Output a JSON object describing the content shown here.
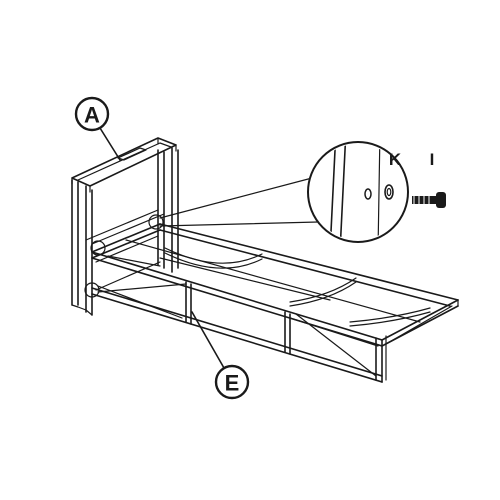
{
  "callouts": {
    "headboard": "A",
    "side_rail": "E"
  },
  "parts": {
    "washer": "K",
    "bolt": "I"
  },
  "icons": {
    "detail": "magnifier-detail-icon",
    "bolt": "bolt-icon",
    "washer": "washer-icon"
  },
  "colors": {
    "ink": "#1a1a1a",
    "paper": "#ffffff"
  }
}
